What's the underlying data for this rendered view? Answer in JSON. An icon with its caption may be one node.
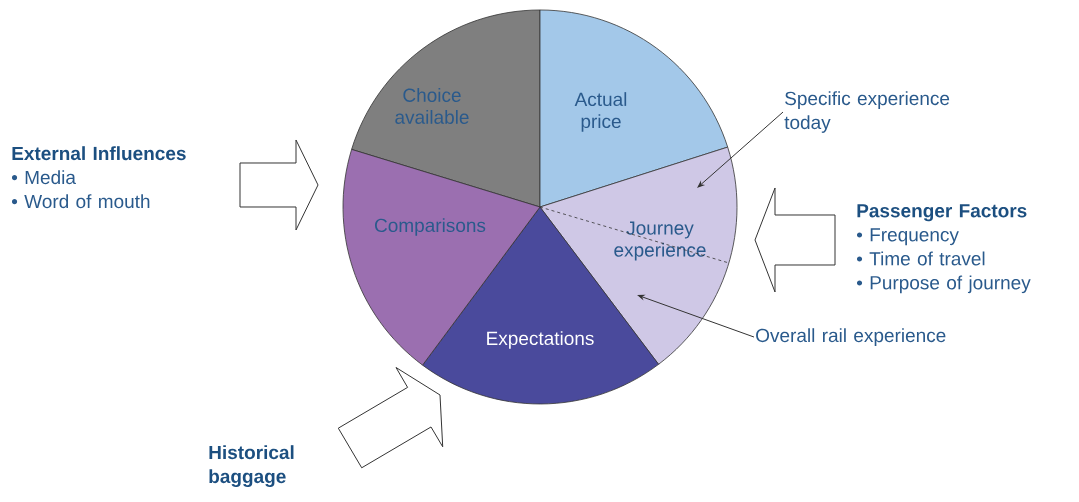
{
  "diagram": {
    "nodes": [
      {
        "text": [
          "Choice available"
        ]
      },
      {
        "text": [
          "Actual price"
        ]
      },
      {
        "text": [
          "Journey experience"
        ]
      },
      {
        "text": [
          "Expectations"
        ]
      },
      {
        "text": [
          "Comparisons"
        ]
      },
      {
        "text": [
          "External Influences",
          "• Media",
          "• Word of mouth"
        ]
      },
      {
        "text": [
          "Passenger Factors",
          "• Frequency",
          "• Time of travel",
          "• Purpose of journey"
        ]
      },
      {
        "text": [
          "Historical baggage"
        ]
      },
      {
        "text": [
          "Specific experience today"
        ]
      },
      {
        "text": [
          "Overall rail experience"
        ]
      }
    ],
    "edges": [
      {
        "from": 5,
        "to": 4,
        "arrow": "to",
        "style": "thick"
      },
      {
        "from": 6,
        "to": 2,
        "arrow": "to",
        "style": "thick"
      },
      {
        "from": 7,
        "to": 3,
        "arrow": "to",
        "style": "thick"
      },
      {
        "from": 8,
        "to": 2,
        "arrow": "to"
      },
      {
        "from": 9,
        "to": 2,
        "arrow": "to"
      }
    ]
  }
}
